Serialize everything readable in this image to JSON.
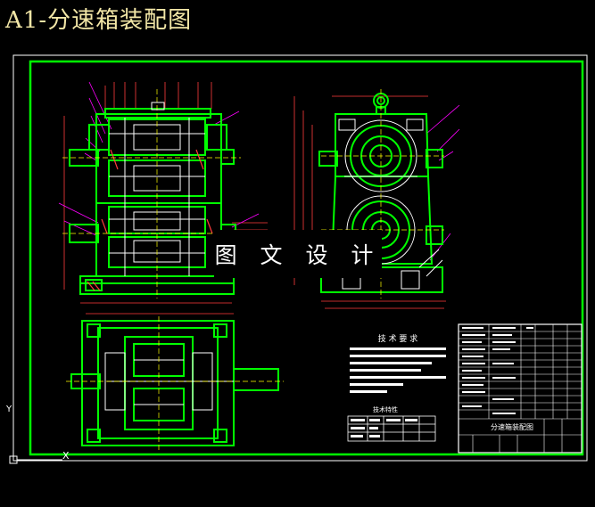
{
  "header": {
    "title": "A1-分速箱装配图"
  },
  "watermark": {
    "text": "图 文 设 计"
  },
  "tech_requirements": {
    "heading": "技 术 要 求"
  },
  "parameter_table": {
    "heading": "技术特性"
  },
  "title_block": {
    "drawing_name": "分速箱装配图"
  },
  "ucs": {
    "y_label": "Y",
    "x_label": "X"
  },
  "colors": {
    "frame": "#00ff00",
    "outline": "#ffffff",
    "dimension": "#ff3b3b",
    "leader": "#ff00ff",
    "center": "#ffff00",
    "title": "#f2e6a6",
    "background": "#000000"
  }
}
